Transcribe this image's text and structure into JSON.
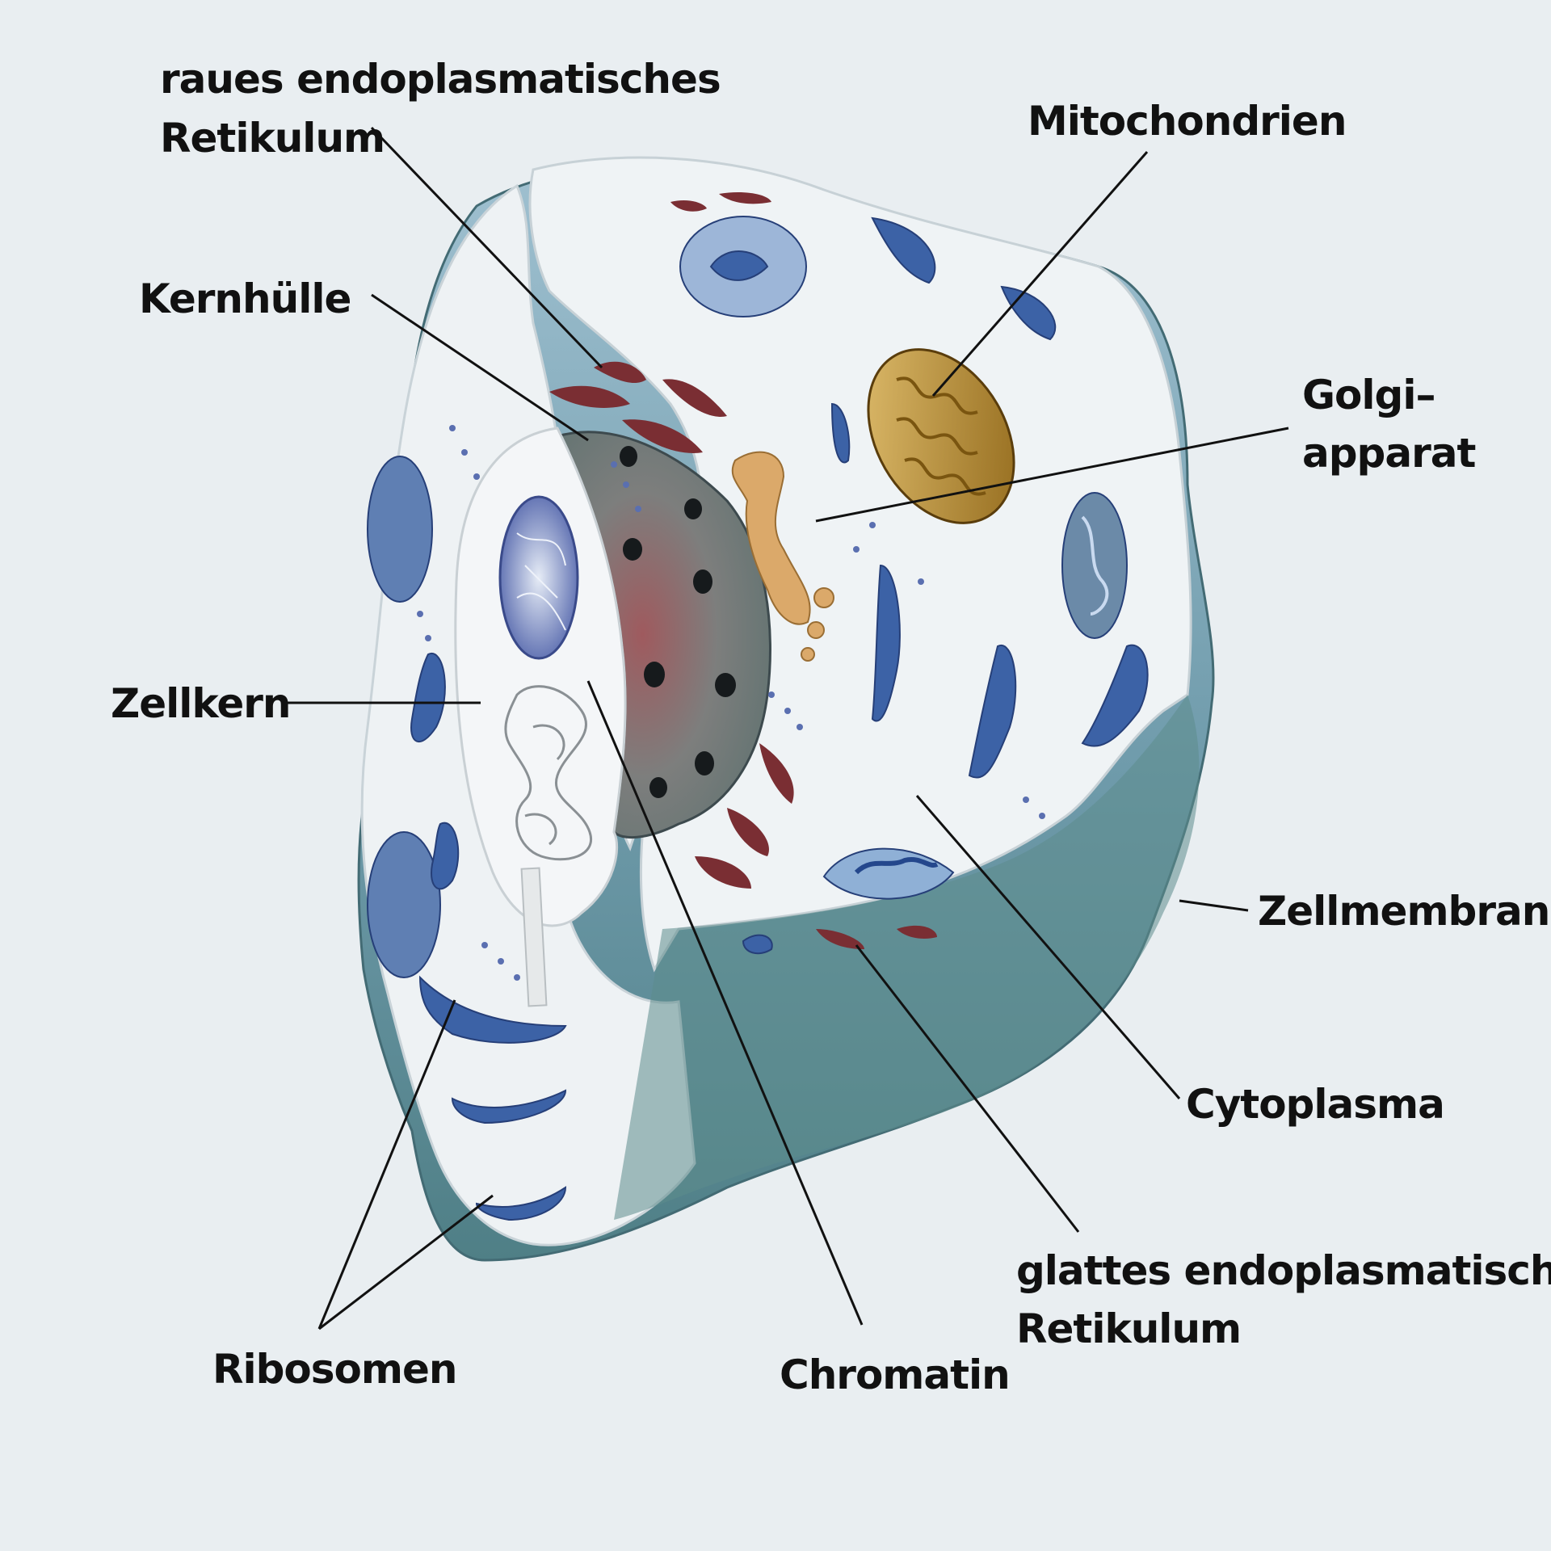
{
  "colors": {
    "background": "#e9eef1",
    "membrane": "#6f9bab",
    "cytoplasm": "#eff3f5",
    "smooth_er": "#3c62a6",
    "rough_er": "#7a2e33",
    "golgi": "#dba96a",
    "mitochondrion": "#b3872a",
    "leader_line": "#111111"
  },
  "labels": {
    "raues_er_1": "raues endoplasmatisches",
    "raues_er_2": "Retikulum",
    "mitochondrien": "Mitochondrien",
    "kernhuelle": "Kernhülle",
    "golgi_1": "Golgi–",
    "golgi_2": "apparat",
    "zellkern": "Zellkern",
    "zellmembran": "Zellmembran",
    "cytoplasma": "Cytoplasma",
    "glattes_er_1": "glattes endoplasmatisches",
    "glattes_er_2": "Retikulum",
    "ribosomen": "Ribosomen",
    "chromatin": "Chromatin"
  }
}
